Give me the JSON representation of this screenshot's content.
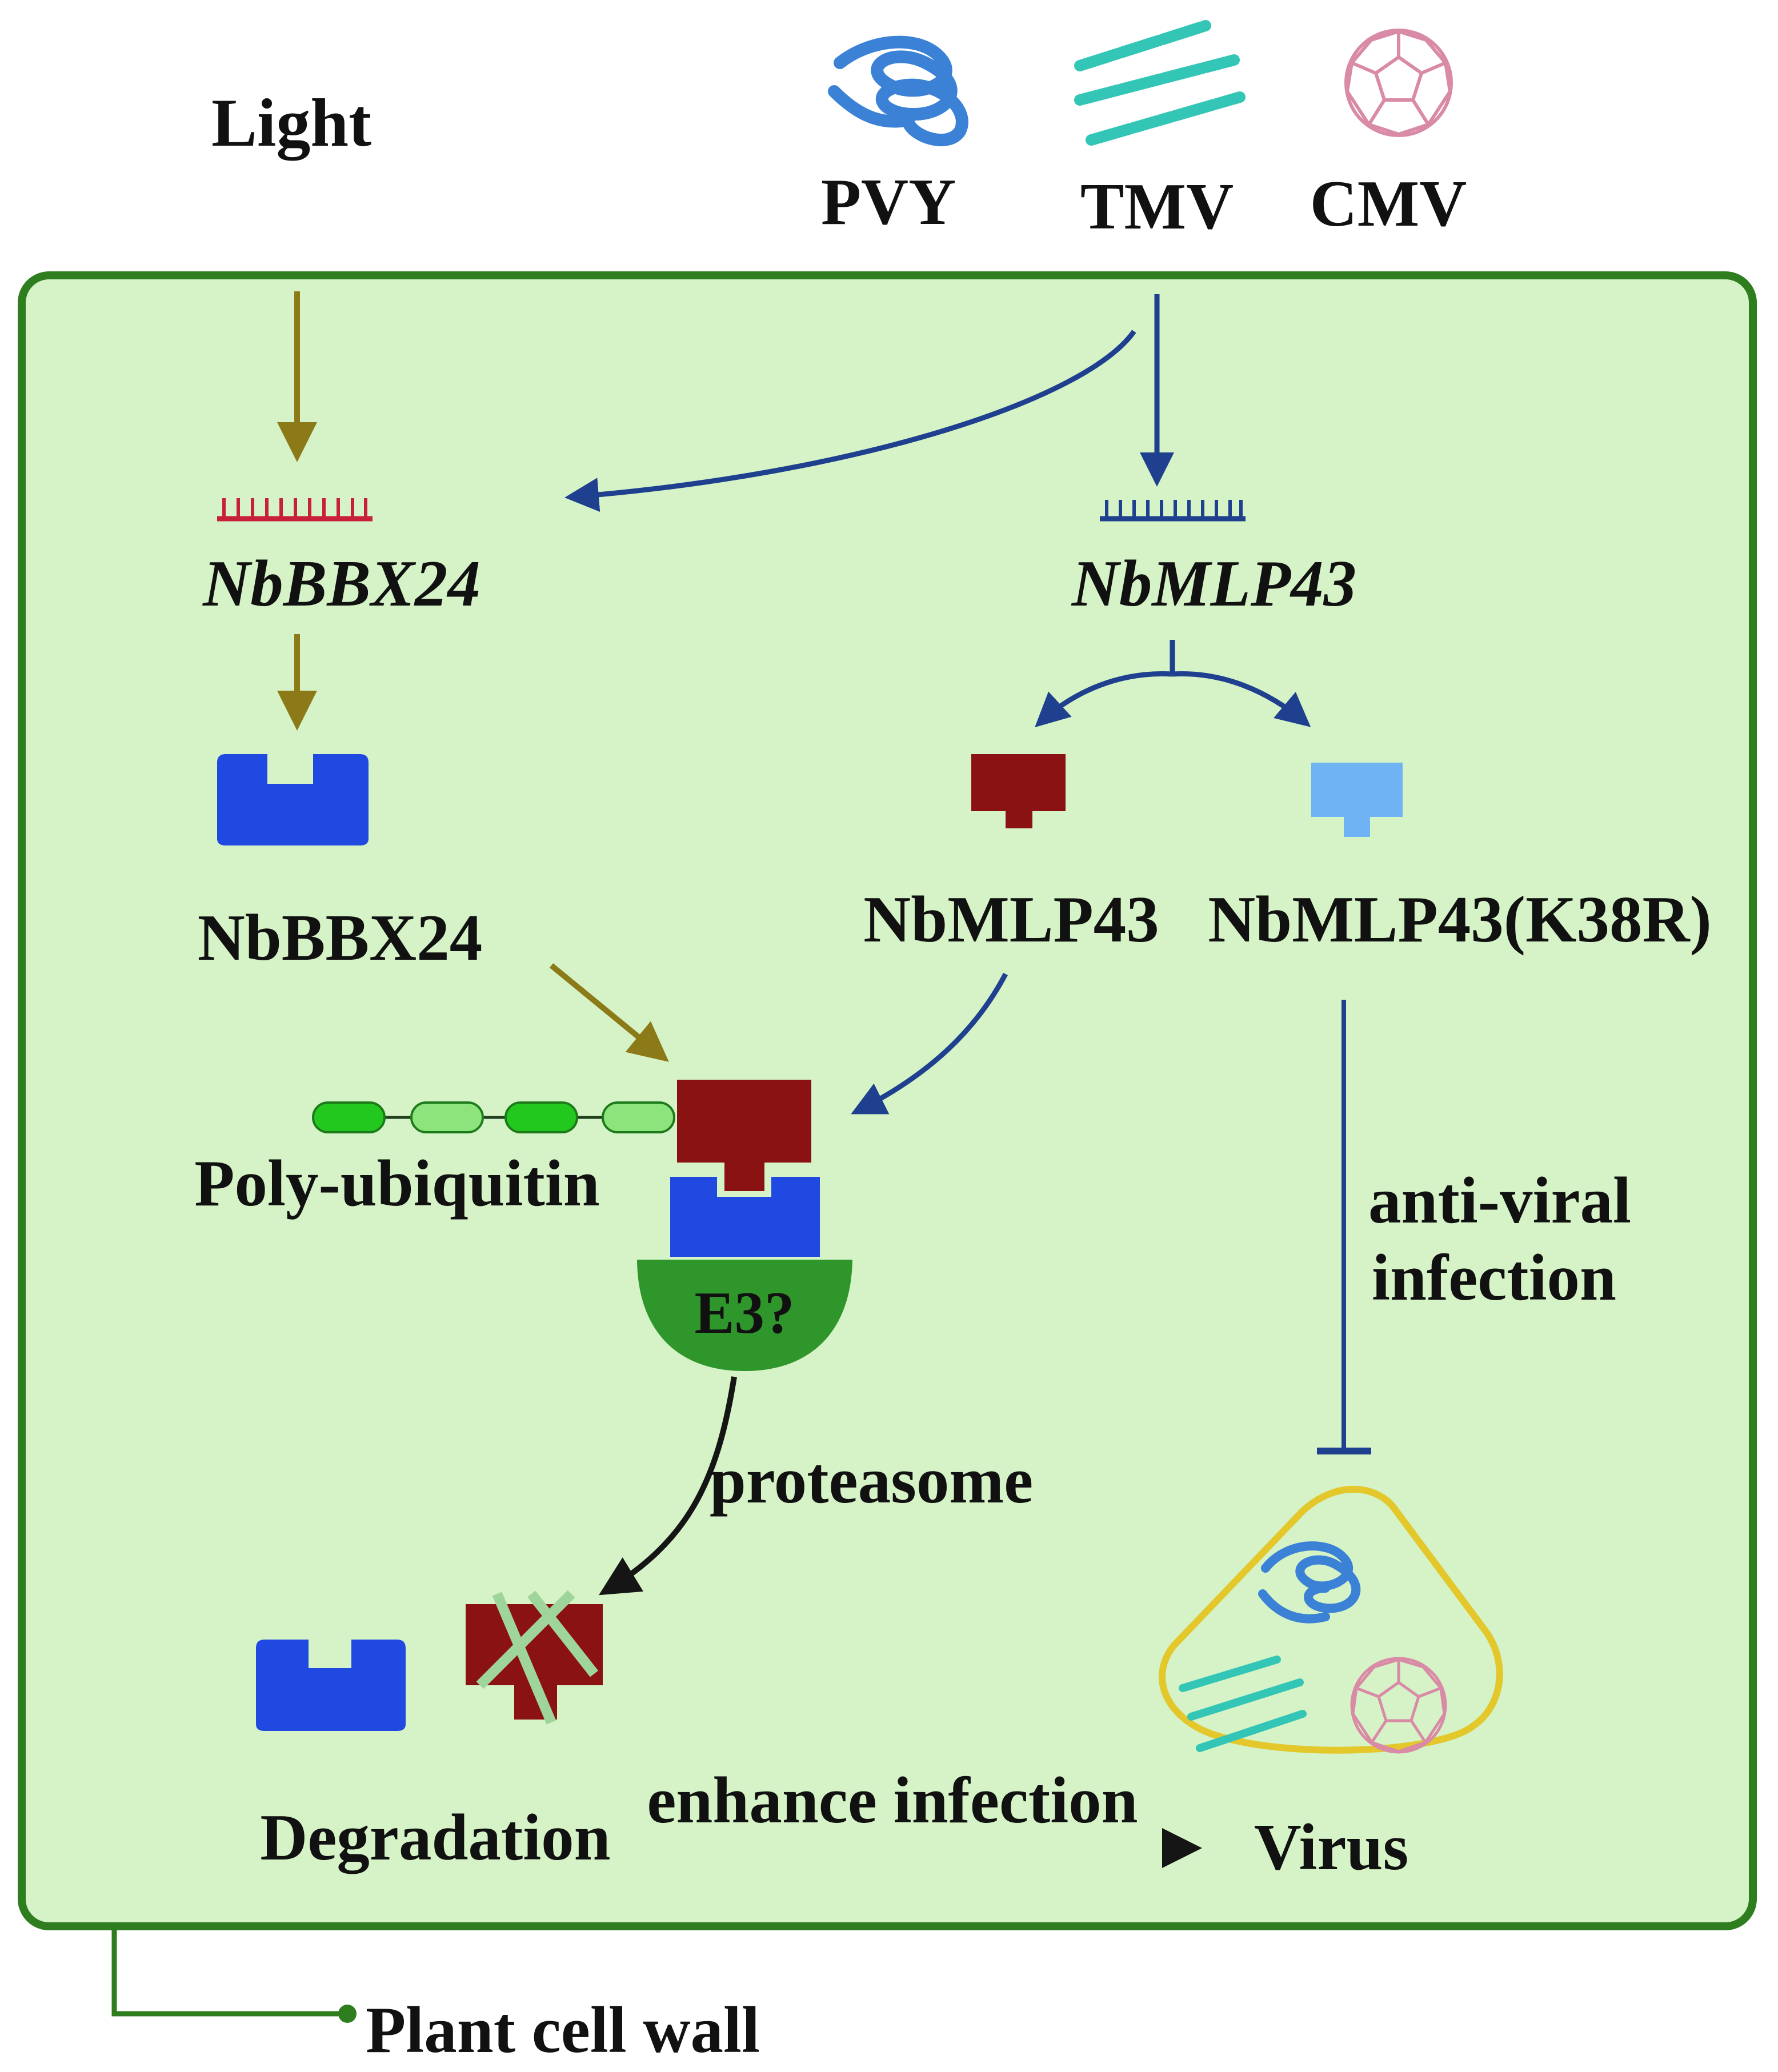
{
  "labels": {
    "light": "Light",
    "pvy": "PVY",
    "tmv": "TMV",
    "cmv": "CMV",
    "gene_bbx24": "NbBBX24",
    "gene_mlp43": "NbMLP43",
    "protein_bbx24": "NbBBX24",
    "protein_mlp43": "NbMLP43",
    "protein_mlp43_mutant": "NbMLP43(K38R)",
    "poly_ubiquitin": "Poly-ubiquitin",
    "e3": "E3?",
    "proteasome": "proteasome",
    "anti_viral_line1": "anti-viral",
    "anti_viral_line2": "infection",
    "degradation": "Degradation",
    "enhance_infection": "enhance infection",
    "virus": "Virus",
    "plant_cell_wall": "Plant cell wall"
  },
  "colors": {
    "cell_fill": "#d5f3c6",
    "cell_border": "#2e7d1f",
    "light_pathway": "#8c7a18",
    "virus_pathway": "#1f3f8f",
    "nbbbx24_protein": "#1f49e0",
    "nbmlp43_protein": "#8b1212",
    "nbmlp43_k38r_protein": "#6fb3f5",
    "ubiquitin_dark": "#22c81e",
    "ubiquitin_light": "#8de37c",
    "e3_ligase": "#2f962c",
    "pvy": "#3b82d6",
    "tmv": "#33c6b6",
    "cmv": "#d98aa6",
    "virus_envelope": "#e3c72b",
    "gene_bbx24_mark": "#c81f3a",
    "gene_mlp43_mark": "#1f3f8f"
  },
  "icons": {
    "pvy": "pvy-filament-icon",
    "tmv": "tmv-rod-icon",
    "cmv": "cmv-icosahedron-icon"
  }
}
